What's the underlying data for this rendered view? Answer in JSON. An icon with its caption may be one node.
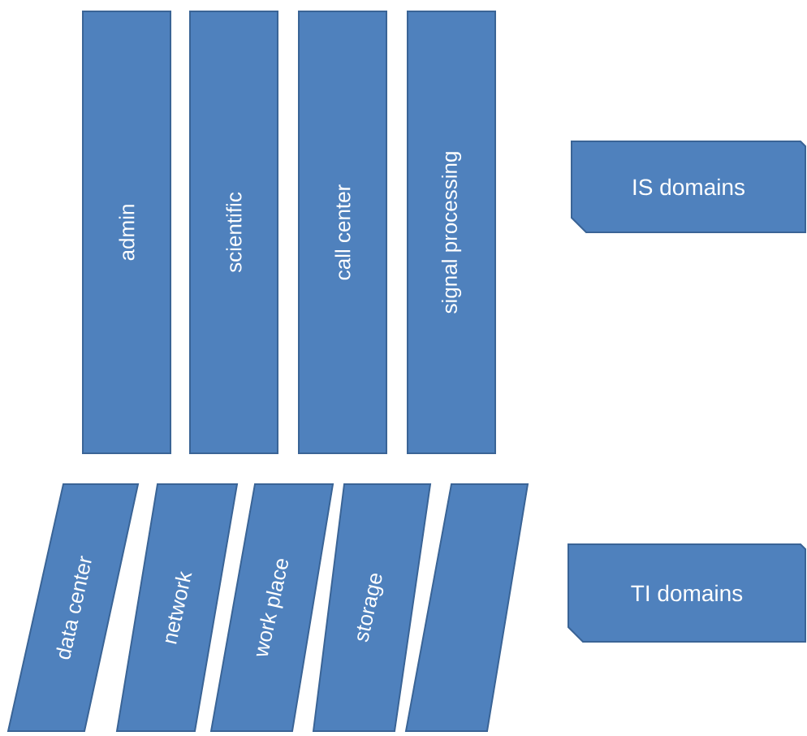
{
  "diagram": {
    "nodes": [
      {
        "text": [
          "admin"
        ]
      },
      {
        "text": [
          "scientific"
        ]
      },
      {
        "text": [
          "call center"
        ]
      },
      {
        "text": [
          "signal processing"
        ]
      },
      {
        "text": [
          "data center"
        ]
      },
      {
        "text": [
          "network"
        ]
      },
      {
        "text": [
          "work place"
        ]
      },
      {
        "text": [
          "storage"
        ]
      },
      {
        "text": [],
        "shape": "parallelogram"
      },
      {
        "text": [
          "IS domains"
        ]
      },
      {
        "text": [
          "TI domains"
        ]
      }
    ]
  }
}
